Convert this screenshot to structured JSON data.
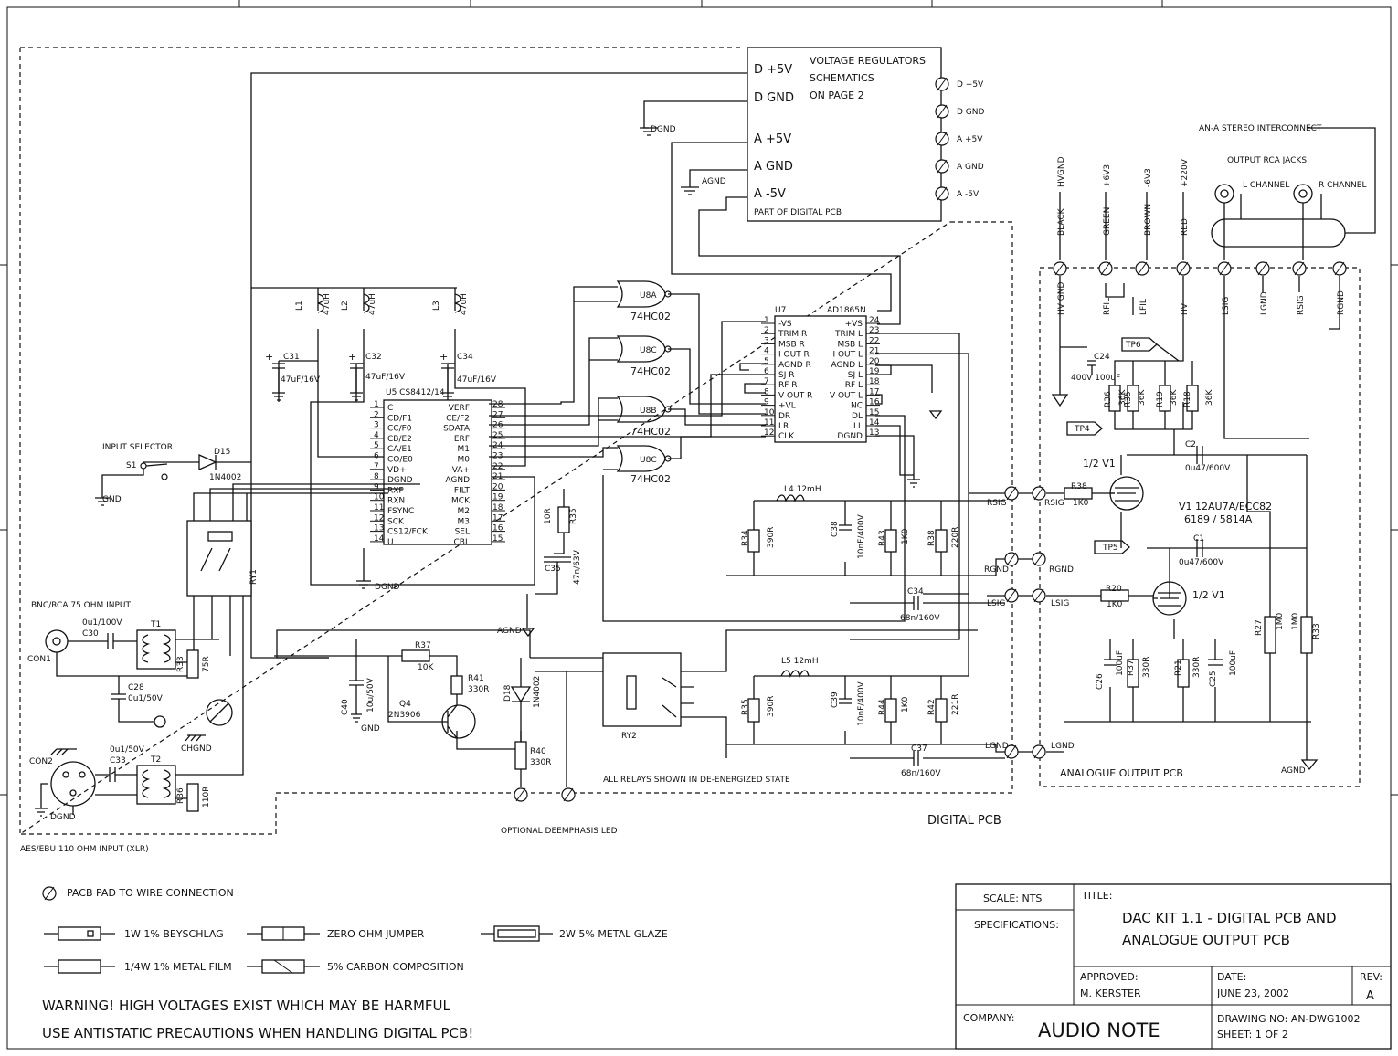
{
  "regulator_box": {
    "pins": [
      "D +5V",
      "D GND",
      "A +5V",
      "A GND",
      "A -5V"
    ],
    "note": [
      "VOLTAGE REGULATORS",
      "SCHEMATICS",
      "ON PAGE 2"
    ],
    "footer": "PART OF DIGITAL PCB",
    "outputs": [
      "D +5V",
      "D GND",
      "A +5V",
      "A GND",
      "A -5V"
    ]
  },
  "labels": {
    "dgnd_top": "DGND",
    "agnd_top": "AGND",
    "input_selector": "INPUT SELECTOR",
    "s1": "S1",
    "gnd": "GND",
    "bnc_input": "BNC/RCA 75 OHM INPUT",
    "con1": "CON1",
    "con2": "CON2",
    "dgnd_con": "DGND",
    "chgnd": "CHGND",
    "aes_input": "AES/EBU 110 OHM INPUT (XLR)",
    "deemph": "OPTIONAL DEEMPHASIS LED",
    "relays_note": "ALL RELAYS SHOWN IN DE-ENERGIZED STATE",
    "digital_pcb": "DIGITAL PCB",
    "analogue_pcb": "ANALOGUE OUTPUT PCB",
    "interconnect": "AN-A STEREO INTERCONNECT",
    "rca_jacks": "OUTPUT RCA JACKS",
    "l_channel": "L CHANNEL",
    "r_channel": "R CHANNEL",
    "agnd_right": "AGND",
    "dgnd_u5": "DGND",
    "agnd_mid": "AGND",
    "gnd_q4": "GND"
  },
  "parts": {
    "d15": "D15",
    "d15v": "1N4002",
    "t1": "T1",
    "t2": "T2",
    "ry1": "RY1",
    "ry2": "RY2",
    "c30": "C30",
    "c30v": "0u1/100V",
    "c28": "C28",
    "c28v": "0u1/50V",
    "c33": "C33",
    "c33v": "0u1/50V",
    "r33": "R33",
    "r33v": "75R",
    "r36": "R36",
    "r36v": "110R",
    "l1": "L1",
    "l1v": "47uH",
    "l2": "L2",
    "l2v": "47uH",
    "l3": "L3",
    "l3v": "47uH",
    "c31": "C31",
    "c31v": "47uF/16V",
    "c32": "C32",
    "c32v": "47uF/16V",
    "c34": "C34",
    "c34v": "47uF/16V",
    "u5": "U5 CS8412/14",
    "u8a": "U8A",
    "u8b": "U8B",
    "u8c": "U8C",
    "u8d": "U8C",
    "u8type": "74HC02",
    "u7": "U7",
    "u7type": "AD1865N",
    "r35": "R35",
    "r35v": "10R",
    "c35": "C35",
    "c35v": "47n/63V",
    "r37": "R37",
    "r37v": "10K",
    "r41": "R41",
    "r41v": "330R",
    "q4": "Q4",
    "q4v": "2N3906",
    "c40": "C40",
    "c40v": "10u/50V",
    "d18": "D18",
    "d18v": "1N4002",
    "r40": "R40",
    "r40v": "330R",
    "l4": "L4 12mH",
    "l5": "L5 12mH",
    "r34": "R34",
    "r34v": "390R",
    "c38": "C38",
    "c38v": "10nF/400V",
    "r43": "R43",
    "r43v": "1K0",
    "r38b": "R38",
    "r38bv": "220R",
    "c34b": "C34",
    "c34bv": "68n/160V",
    "r35b": "R35",
    "r35bv": "390R",
    "c39": "C39",
    "c39v": "10nF/400V",
    "r44": "R44",
    "r44v": "1K0",
    "r42": "R42",
    "r42v": "221R",
    "c37": "C37",
    "c37v": "68n/160V",
    "rsig": "RSIG",
    "rgnd": "RGND",
    "lsig": "LSIG",
    "lgnd": "LGND",
    "r38": "R38",
    "r38v": "1K0",
    "r20": "R20",
    "r20v": "1K0",
    "v1a": "1/2 V1",
    "v1b": "1/2 V1",
    "v1": "V1 12AU7A/ECC82",
    "v1alt": "6189 / 5814A",
    "c2": "C2",
    "c2v": "0u47/600V",
    "c1": "C1",
    "c1v": "0u47/600V",
    "c24": "C24",
    "c24v": "400V 100uF",
    "tp4": "TP4",
    "tp5": "TP5",
    "tp6": "TP6",
    "r36a": "R36",
    "r35a": "R35",
    "r19": "R19",
    "r18": "R18",
    "r4": "36K",
    "c26": "C26",
    "c26v": "100uF",
    "r37a": "R37",
    "r37av": "330R",
    "r21": "R21",
    "r21v": "330R",
    "c25": "C25",
    "c25v": "100uF",
    "r27": "R27",
    "r27v": "1M0",
    "r33a": "R33",
    "r33av": "1M0"
  },
  "wires_top": [
    "HVGND",
    "+6V3",
    "-6V3",
    "+220V"
  ],
  "wire_colors": [
    "BLACK",
    "GREEN",
    "BROWN",
    "RED"
  ],
  "pcb_pins": [
    "HV GND",
    "RFIL",
    "LFIL",
    "HV",
    "LSIG",
    "LGND",
    "RSIG",
    "RGND"
  ],
  "u5_left": [
    [
      "1",
      "C"
    ],
    [
      "2",
      "CD/F1"
    ],
    [
      "3",
      "CC/F0"
    ],
    [
      "4",
      "CB/E2"
    ],
    [
      "5",
      "CA/E1"
    ],
    [
      "6",
      "CO/E0"
    ],
    [
      "7",
      "VD+"
    ],
    [
      "8",
      "DGND"
    ],
    [
      "9",
      "RXP"
    ],
    [
      "10",
      "RXN"
    ],
    [
      "11",
      "FSYNC"
    ],
    [
      "12",
      "SCK"
    ],
    [
      "13",
      "CS12/FCK"
    ],
    [
      "14",
      "U"
    ]
  ],
  "u5_right": [
    [
      "VERF",
      "28"
    ],
    [
      "CE/F2",
      "27"
    ],
    [
      "SDATA",
      "26"
    ],
    [
      "ERF",
      "25"
    ],
    [
      "M1",
      "24"
    ],
    [
      "M0",
      "23"
    ],
    [
      "VA+",
      "22"
    ],
    [
      "AGND",
      "21"
    ],
    [
      "FILT",
      "20"
    ],
    [
      "MCK",
      "19"
    ],
    [
      "M2",
      "18"
    ],
    [
      "M3",
      "17"
    ],
    [
      "SEL",
      "16"
    ],
    [
      "CBL",
      "15"
    ]
  ],
  "u7_left": [
    [
      "1",
      "-VS"
    ],
    [
      "2",
      "TRIM R"
    ],
    [
      "3",
      "MSB R"
    ],
    [
      "4",
      "I OUT R"
    ],
    [
      "5",
      "AGND R"
    ],
    [
      "6",
      "SJ R"
    ],
    [
      "7",
      "RF R"
    ],
    [
      "8",
      "V OUT R"
    ],
    [
      "9",
      "+VL"
    ],
    [
      "10",
      "DR"
    ],
    [
      "11",
      "LR"
    ],
    [
      "12",
      "CLK"
    ]
  ],
  "u7_right": [
    [
      "+VS",
      "24"
    ],
    [
      "TRIM L",
      "23"
    ],
    [
      "MSB L",
      "22"
    ],
    [
      "I OUT L",
      "21"
    ],
    [
      "AGND L",
      "20"
    ],
    [
      "SJ L",
      "19"
    ],
    [
      "RF L",
      "18"
    ],
    [
      "V OUT L",
      "17"
    ],
    [
      "NC",
      "16"
    ],
    [
      "DL",
      "15"
    ],
    [
      "LL",
      "14"
    ],
    [
      "DGND",
      "13"
    ]
  ],
  "legend": {
    "pad": "PACB PAD TO WIRE CONNECTION",
    "beyschlag": "1W 1% BEYSCHLAG",
    "jumper": "ZERO OHM JUMPER",
    "glaze": "2W 5% METAL GLAZE",
    "metal_film": "1/4W 1% METAL FILM",
    "carbon": "5% CARBON COMPOSITION"
  },
  "warning": [
    "WARNING! HIGH VOLTAGES EXIST WHICH MAY BE HARMFUL",
    "USE ANTISTATIC PRECAUTIONS WHEN HANDLING DIGITAL PCB!"
  ],
  "title_block": {
    "scale_label": "SCALE: NTS",
    "title_label": "TITLE:",
    "specs_label": "SPECIFICATIONS:",
    "title_line1": "DAC KIT 1.1 - DIGITAL PCB AND",
    "title_line2": "ANALOGUE OUTPUT PCB",
    "approved_label": "APPROVED:",
    "approved": "M. KERSTER",
    "date_label": "DATE:",
    "date": "JUNE 23, 2002",
    "rev_label": "REV:",
    "rev": "A",
    "company_label": "COMPANY:",
    "company": "AUDIO NOTE",
    "drawing_no": "DRAWING NO: AN-DWG1002",
    "sheet": "SHEET: 1 OF 2"
  }
}
